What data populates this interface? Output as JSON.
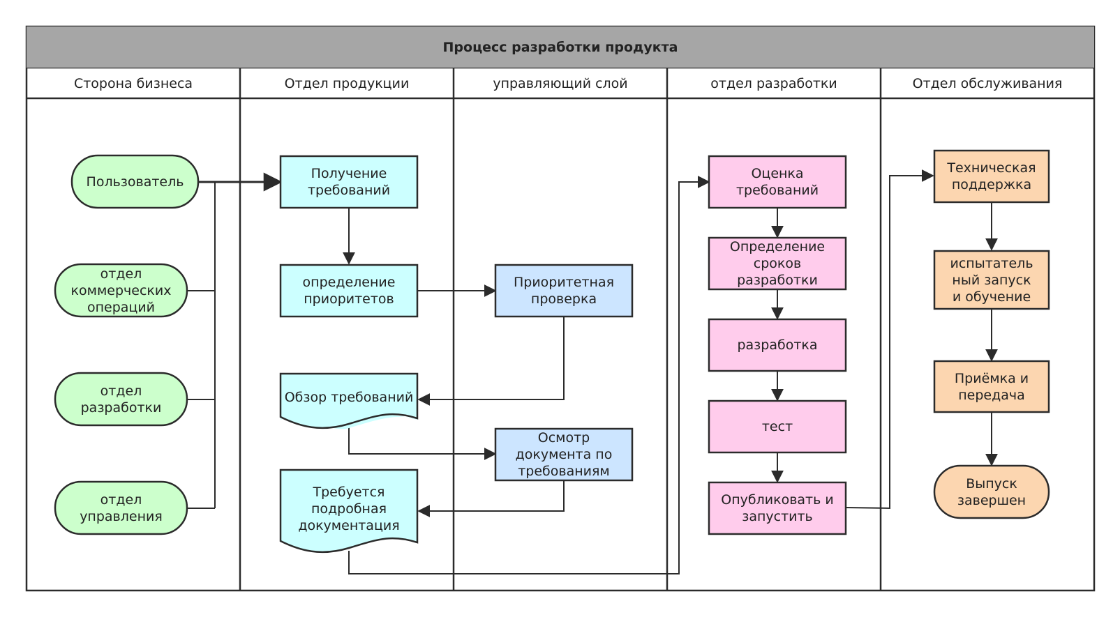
{
  "title": "Процесс разработки продукта",
  "lanes": [
    {
      "label": "Сторона бизнеса"
    },
    {
      "label": "Отдел продукции"
    },
    {
      "label": "управляющий слой"
    },
    {
      "label": "отдел разработки"
    },
    {
      "label": "Отдел обслуживания"
    }
  ],
  "nodes": {
    "user": "Пользователь",
    "commerce": "отдел коммерческих операций",
    "dev_dept": "отдел разработки",
    "mgmt_dept": "отдел управления",
    "get_req": "Получение требований",
    "priorities": "определение приоритетов",
    "req_review": "Обзор требований",
    "detailed_doc": "Требуется подробная документация",
    "priority_check": "Приоритетная проверка",
    "doc_inspect": "Осмотр документа по требованиям",
    "req_eval": "Оценка требований",
    "dev_terms": "Определение сроков разработки",
    "development": "разработка",
    "test": "тест",
    "publish": "Опубликовать и запустить",
    "tech_support": "Техническая поддержка",
    "trial": "испытательный запуск и обучение",
    "acceptance": "Приёмка и передача",
    "release_done": "Выпуск завершен"
  },
  "colors": {
    "header": "#a6a6a6",
    "business": "#ccffcc",
    "product": "#ccffff",
    "management": "#cce5ff",
    "development": "#ffccec",
    "service": "#fcd6b0",
    "stroke": "#2b2b2b"
  }
}
